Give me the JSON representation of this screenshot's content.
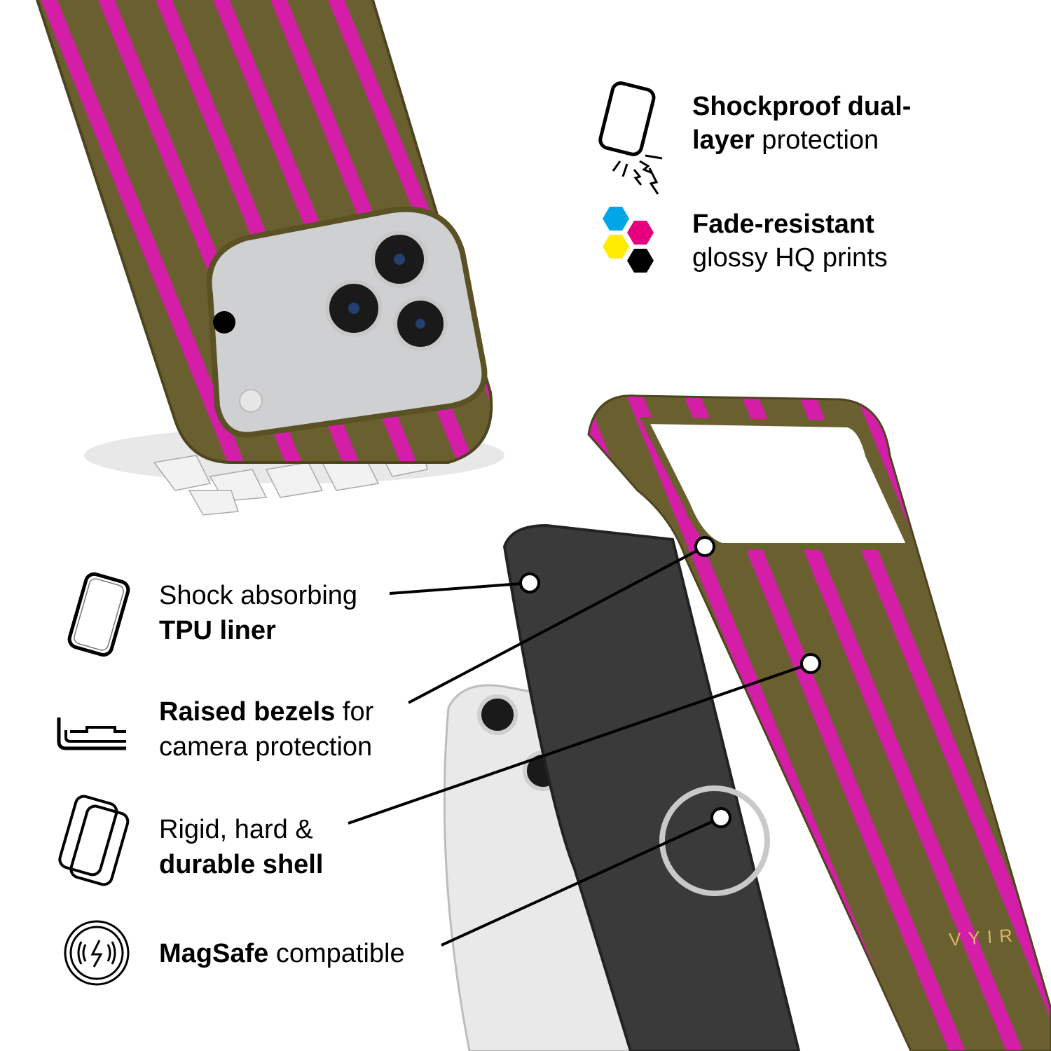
{
  "colors": {
    "case_base": "#6a5f2e",
    "case_stripe": "#d41ea8",
    "brand_text": "#d8b766"
  },
  "top_features": [
    {
      "icon": "phone-impact-icon",
      "bold": "Shockproof dual-",
      "bold2": "layer",
      "regular": " protection"
    },
    {
      "icon": "cmyk-hexagons-icon",
      "bold": "Fade-resistant",
      "regular": "glossy HQ prints"
    }
  ],
  "callouts": [
    {
      "icon": "tpu-liner-icon",
      "line1_regular": "Shock absorbing",
      "line2_bold": "TPU liner"
    },
    {
      "icon": "raised-bezel-icon",
      "line1_bold": "Raised bezels",
      "line1_regular": " for",
      "line2_regular": "camera protection"
    },
    {
      "icon": "hard-shell-icon",
      "line1_regular": "Rigid, hard &",
      "line2_bold": "durable shell"
    },
    {
      "icon": "magsafe-icon",
      "line1_bold": "MagSafe",
      "line1_regular": " compatible"
    }
  ],
  "brand": {
    "logo_text": "VYIR"
  }
}
